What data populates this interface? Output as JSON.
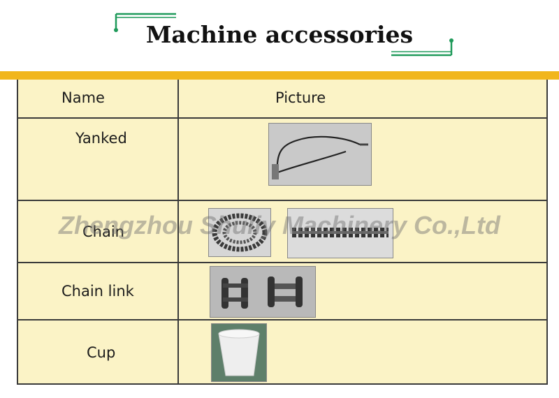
{
  "header": {
    "title": "Machine accessories"
  },
  "table": {
    "columns": [
      "Name",
      "Picture"
    ],
    "rows": [
      {
        "name": "Yanked",
        "images": [
          "yanked-cable-photo"
        ]
      },
      {
        "name": "Chain",
        "images": [
          "coiled-chain-photo",
          "straight-chain-photo"
        ]
      },
      {
        "name": "Chain link",
        "images": [
          "chain-link-parts-photo"
        ]
      },
      {
        "name": "Cup",
        "images": [
          "white-cup-photo"
        ]
      }
    ]
  },
  "watermark": "Zhengzhou Shuliy Machinery Co.,Ltd",
  "colors": {
    "accent_bar": "#f1b61c",
    "table_bg": "#fbf3c6",
    "deco_green": "#1f9a5a"
  }
}
